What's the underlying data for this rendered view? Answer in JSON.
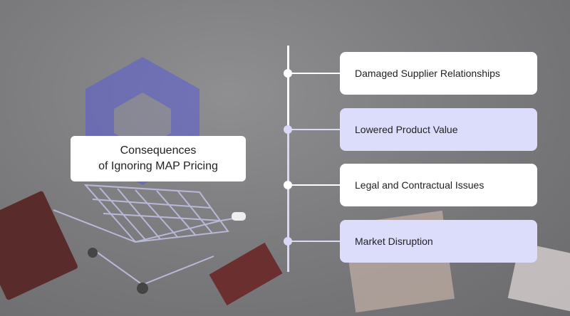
{
  "title": {
    "line1": "Consequences",
    "line2": "of Ignoring MAP Pricing"
  },
  "items": [
    {
      "label": "Damaged Supplier Relationships",
      "style": "white"
    },
    {
      "label": "Lowered Product Value",
      "style": "lavender"
    },
    {
      "label": "Legal and Contractual Issues",
      "style": "white"
    },
    {
      "label": "Market Disruption",
      "style": "lavender"
    }
  ],
  "colors": {
    "white": "#ffffff",
    "lavender": "#dcdcfb",
    "logo": "#5b5bd6"
  }
}
